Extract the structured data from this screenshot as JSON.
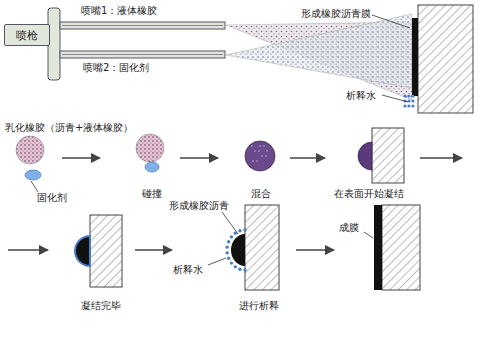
{
  "diagram": {
    "nodes": [
      {
        "text": [
          "喷枪"
        ]
      }
    ],
    "labels": [
      "喷嘴1：液体橡胶",
      "喷嘴2：固化剂",
      "形成橡胶沥青膜",
      "析释水",
      "乳化橡胶（沥青+液体橡胶）",
      "固化剂",
      "碰撞",
      "混合",
      "在表面开始凝结",
      "凝结完毕",
      "形成橡胶沥青",
      "析释水",
      "进行析释",
      "成膜"
    ]
  }
}
